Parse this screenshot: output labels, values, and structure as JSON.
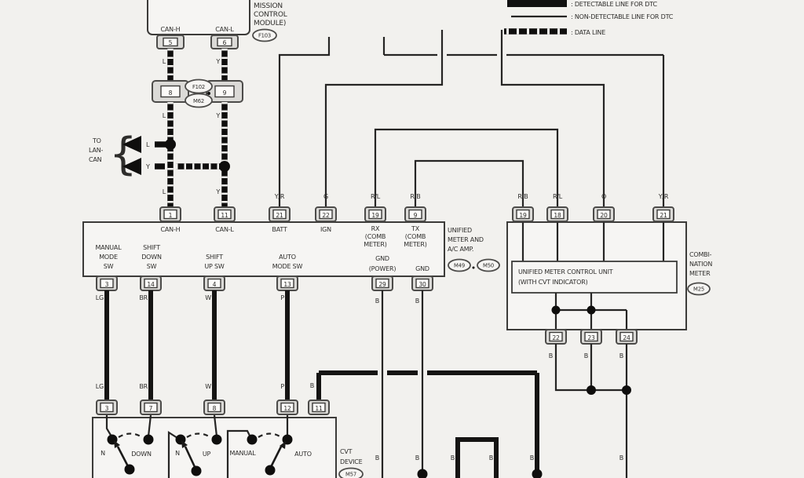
{
  "legend": {
    "detectable": ": DETECTABLE LINE FOR DTC",
    "non_detectable": ": NON-DETECTABLE LINE FOR DTC",
    "data_line": ": DATA LINE"
  },
  "wire_colors": {
    "L": "L",
    "Y": "Y",
    "YR": "Y/R",
    "G": "G",
    "RL": "R/L",
    "RB": "R/B",
    "O": "O",
    "LG": "LG",
    "BR": "BR",
    "W": "W",
    "P": "P",
    "B": "B"
  },
  "tcm": {
    "label_lines": [
      "MISSION",
      "CONTROL",
      "MODULE)"
    ],
    "connector": "F103",
    "can_h": "CAN-H",
    "can_l": "CAN-L",
    "pin_5": "5",
    "pin_6": "6"
  },
  "inline_connector": {
    "pin_8": "8",
    "pin_9": "9",
    "upper": "F102",
    "lower": "M62"
  },
  "lan_can": {
    "lines": [
      "TO",
      "LAN-",
      "CAN"
    ],
    "brace": "{"
  },
  "meter_amp": {
    "name_lines": [
      "UNIFIED",
      "METER AND",
      "A/C AMP."
    ],
    "connector_1": "M49",
    "connector_2": "M50",
    "pin_1": "1",
    "pin_11": "11",
    "pin_21": "21",
    "pin_22": "22",
    "pin_19": "19",
    "pin_9": "9",
    "can_h": "CAN-H",
    "can_l": "CAN-L",
    "batt": "BATT",
    "ign": "IGN",
    "rx_lines": [
      "RX",
      "(COMB",
      "METER)"
    ],
    "tx_lines": [
      "TX",
      "(COMB",
      "METER)"
    ],
    "manual_mode": [
      "MANUAL",
      "MODE",
      "SW"
    ],
    "shift_down": [
      "SHIFT",
      "DOWN",
      "SW"
    ],
    "shift_up": [
      "SHIFT",
      "UP SW"
    ],
    "auto_mode": [
      "AUTO",
      "MODE SW"
    ],
    "gnd_power": [
      "GND",
      "(POWER)"
    ],
    "gnd": "GND",
    "pin_3": "3",
    "pin_14": "14",
    "pin_4": "4",
    "pin_13": "13",
    "pin_29": "29",
    "pin_30": "30"
  },
  "combination_meter": {
    "name_lines": [
      "COMBI-",
      "NATION",
      "METER"
    ],
    "connector": "M25",
    "unit_lines": [
      "UNIFIED METER CONTROL UNIT",
      "(WITH CVT INDICATOR)"
    ],
    "pin_19": "19",
    "pin_18": "18",
    "pin_20": "20",
    "pin_21": "21",
    "pin_22": "22",
    "pin_23": "23",
    "pin_24": "24"
  },
  "cvt_device": {
    "name_lines": [
      "CVT",
      "DEVICE"
    ],
    "connector": "M57",
    "pin_3": "3",
    "pin_7": "7",
    "pin_8": "8",
    "pin_12": "12",
    "pin_11": "11",
    "sw1_left": "N",
    "sw1_right": "DOWN",
    "sw2_left": "N",
    "sw2_right": "UP",
    "sw3_left": "MANUAL",
    "sw3_right": "AUTO"
  }
}
